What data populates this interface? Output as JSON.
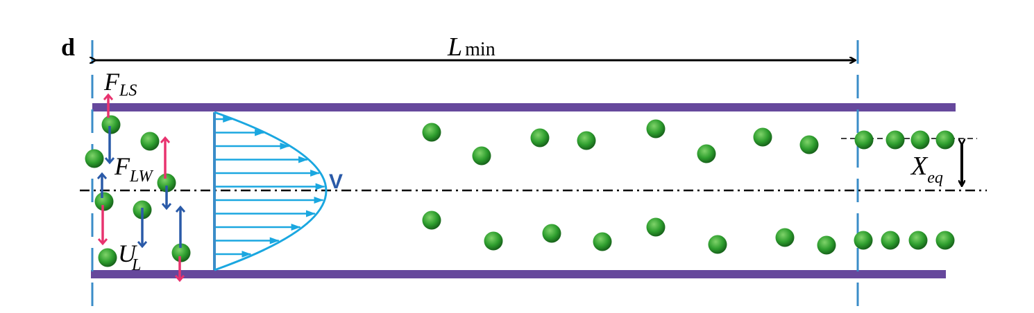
{
  "panel_label": "d",
  "length_label": {
    "main": "L",
    "sub": "min"
  },
  "force_labels": {
    "lift_shear": {
      "main": "F",
      "sub": "LS"
    },
    "lift_wall": {
      "main": "F",
      "sub": "LW"
    },
    "velocity_lateral": {
      "main": "U",
      "sub": "L"
    }
  },
  "velocity_label": "V",
  "equilibrium_label": {
    "main": "X",
    "sub": "eq"
  },
  "colors": {
    "wall": "#66489c",
    "boundary": "#3a8cc8",
    "profile": "#1aa7e0",
    "particle": "#2e9e2e",
    "force_pink": "#e8336f",
    "force_blue": "#2a5aa8",
    "velocity_text": "#2a5aa8"
  }
}
